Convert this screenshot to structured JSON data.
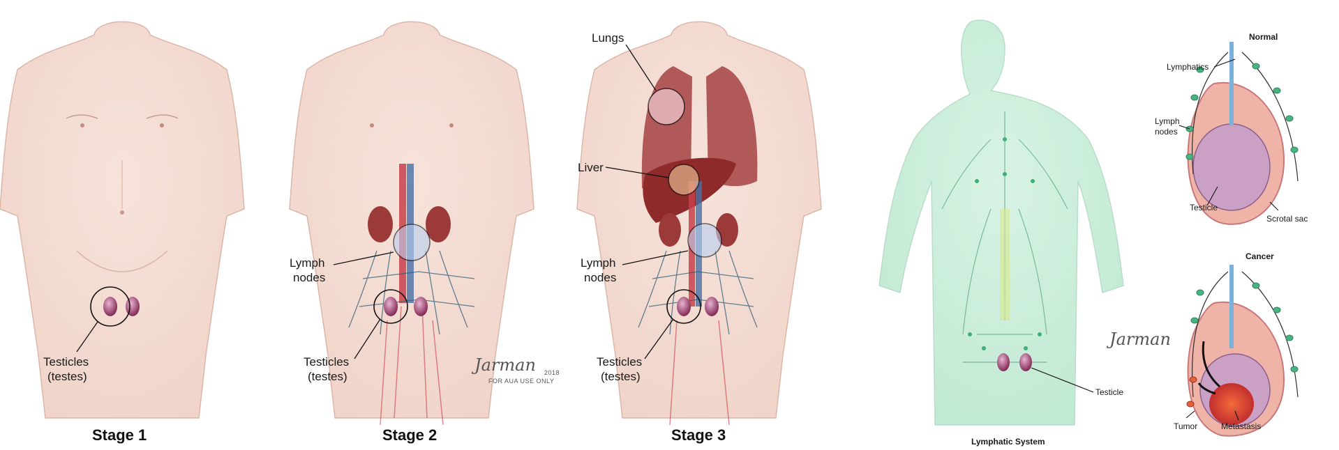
{
  "panels": {
    "stage1": {
      "title": "Stage 1",
      "testicles": [
        "Testicles",
        "(testes)"
      ]
    },
    "stage2": {
      "title": "Stage 2",
      "lymph": [
        "Lymph",
        "nodes"
      ],
      "testicles": [
        "Testicles",
        "(testes)"
      ],
      "signature": "Jarman",
      "year": "2018",
      "note": "FOR AUA USE ONLY"
    },
    "stage3": {
      "title": "Stage 3",
      "lungs": "Lungs",
      "liver": "Liver",
      "lymph": [
        "Lymph",
        "nodes"
      ],
      "testicles": [
        "Testicles",
        "(testes)"
      ]
    },
    "lymphatic": {
      "title": "Lymphatic System",
      "testicle": "Testicle",
      "signature": "Jarman"
    },
    "normal": {
      "title": "Normal",
      "lymphatics": "Lymphatics",
      "lymph": [
        "Lymph",
        "nodes"
      ],
      "testicle": "Testicle",
      "scrotal": "Scrotal sac"
    },
    "cancer": {
      "title": "Cancer",
      "tumor": "Tumor",
      "metastasis": "Metastasis"
    }
  },
  "colors": {
    "skin": "#f3dcd2",
    "skin_edge": "#d9b3a6",
    "organ": "#9c3a3a",
    "lymph_body": "#cfeedd",
    "node": "#3fae7a",
    "vessel_red": "#c8404a",
    "vessel_blue": "#4a6fa8",
    "testicle": "#8a2f5c"
  }
}
